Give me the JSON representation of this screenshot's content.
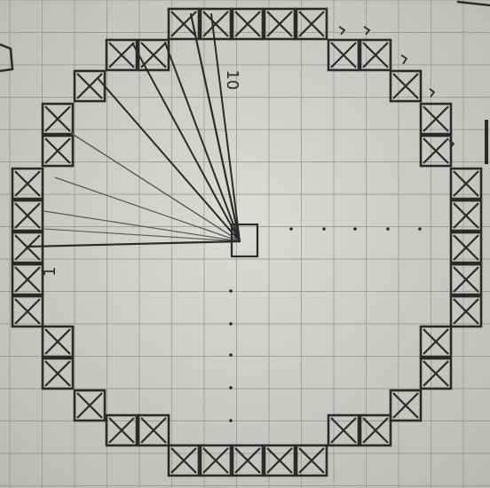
{
  "annotations": {
    "radius_label": "1",
    "ray_label": "10"
  },
  "colors": {
    "paper": "#d6d6d1",
    "grid": "#8f9092",
    "ink": "#2a2a2a",
    "pencil": "#555555"
  },
  "drawing": {
    "cell_icon": "x-box-icon",
    "ray_count": 10
  }
}
